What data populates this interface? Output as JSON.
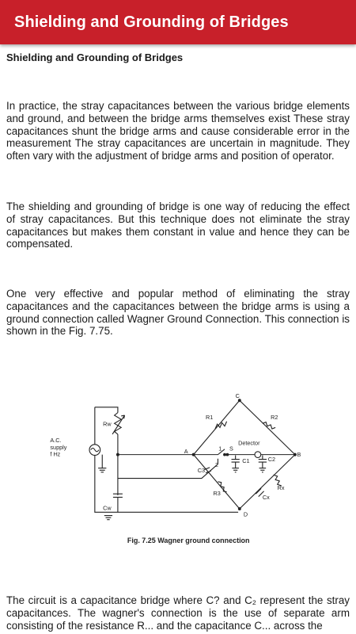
{
  "appbar": {
    "title": "Shielding and Grounding of Bridges"
  },
  "article": {
    "subtitle": "Shielding and Grounding of Bridges",
    "paragraphs": [
      "In practice, the stray capacitances between the various bridge elements and ground, and between the bridge arms themselves exist These stray capacitances shunt the bridge arms and cause considerable error in the measurement The stray capacitances are uncertain in magnitude. They often vary with the adjustment of bridge arms and position of operator.",
      "The shielding and grounding of bridge is one way of reducing the effect of stray capacitances. But this technique does not eliminate the stray capacitances but makes them constant in value and hence they can be compensated.",
      "One very effective and popular method of eliminating the stray capacitances and the capacitances between the bridge arms is using a ground connection called Wagner Ground Connection. This connection is shown in the Fig. 7.75.",
      "The circuit is a capacitance bridge where C? and C₂ represent the stray capacitances. The wagner's connection is the use of separate arm consisting of the resistance R... and the capacitance C... across the"
    ]
  },
  "figure": {
    "caption": "Fig. 7.25 Wagner ground connection",
    "labels": {
      "supply": [
        "A.C.",
        "supply",
        "f Hz"
      ],
      "rw": "Rw",
      "cw": "Cw",
      "r1": "R1",
      "r2": "R2",
      "r3": "R3",
      "rx": "Rx",
      "c1": "C1",
      "c2": "C2",
      "c3": "C3",
      "cx": "Cx",
      "detector": "Detector",
      "node_a": "A",
      "node_b": "B",
      "node_c": "C",
      "node_d": "D",
      "switch_s": "S",
      "switch_1": "1",
      "switch_2": "2"
    }
  }
}
